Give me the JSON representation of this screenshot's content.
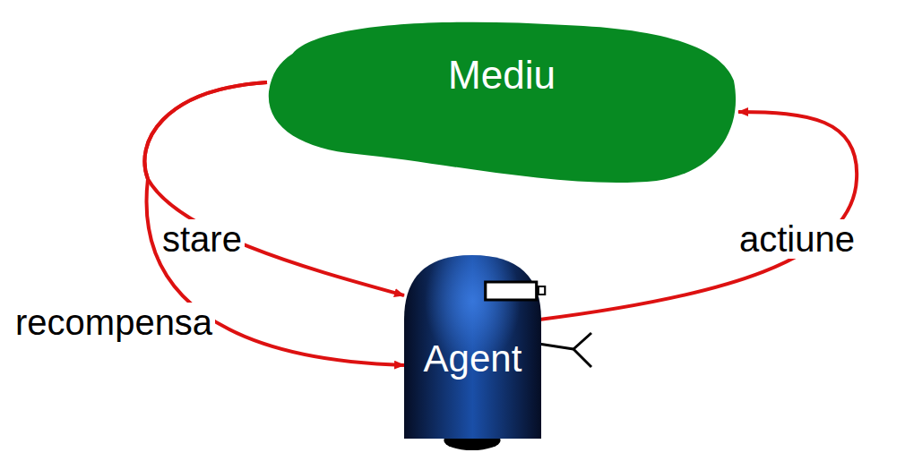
{
  "diagram": {
    "nodes": [
      {
        "text": [
          "Mediu"
        ]
      },
      {
        "text": [
          "Agent"
        ]
      }
    ],
    "edges": [
      {
        "from": 0,
        "to": 1,
        "label": "stare",
        "arrow": "to"
      },
      {
        "from": 0,
        "to": 1,
        "label": "recompensa",
        "arrow": "to"
      },
      {
        "from": 1,
        "to": 0,
        "label": "actiune",
        "arrow": "to"
      }
    ]
  }
}
